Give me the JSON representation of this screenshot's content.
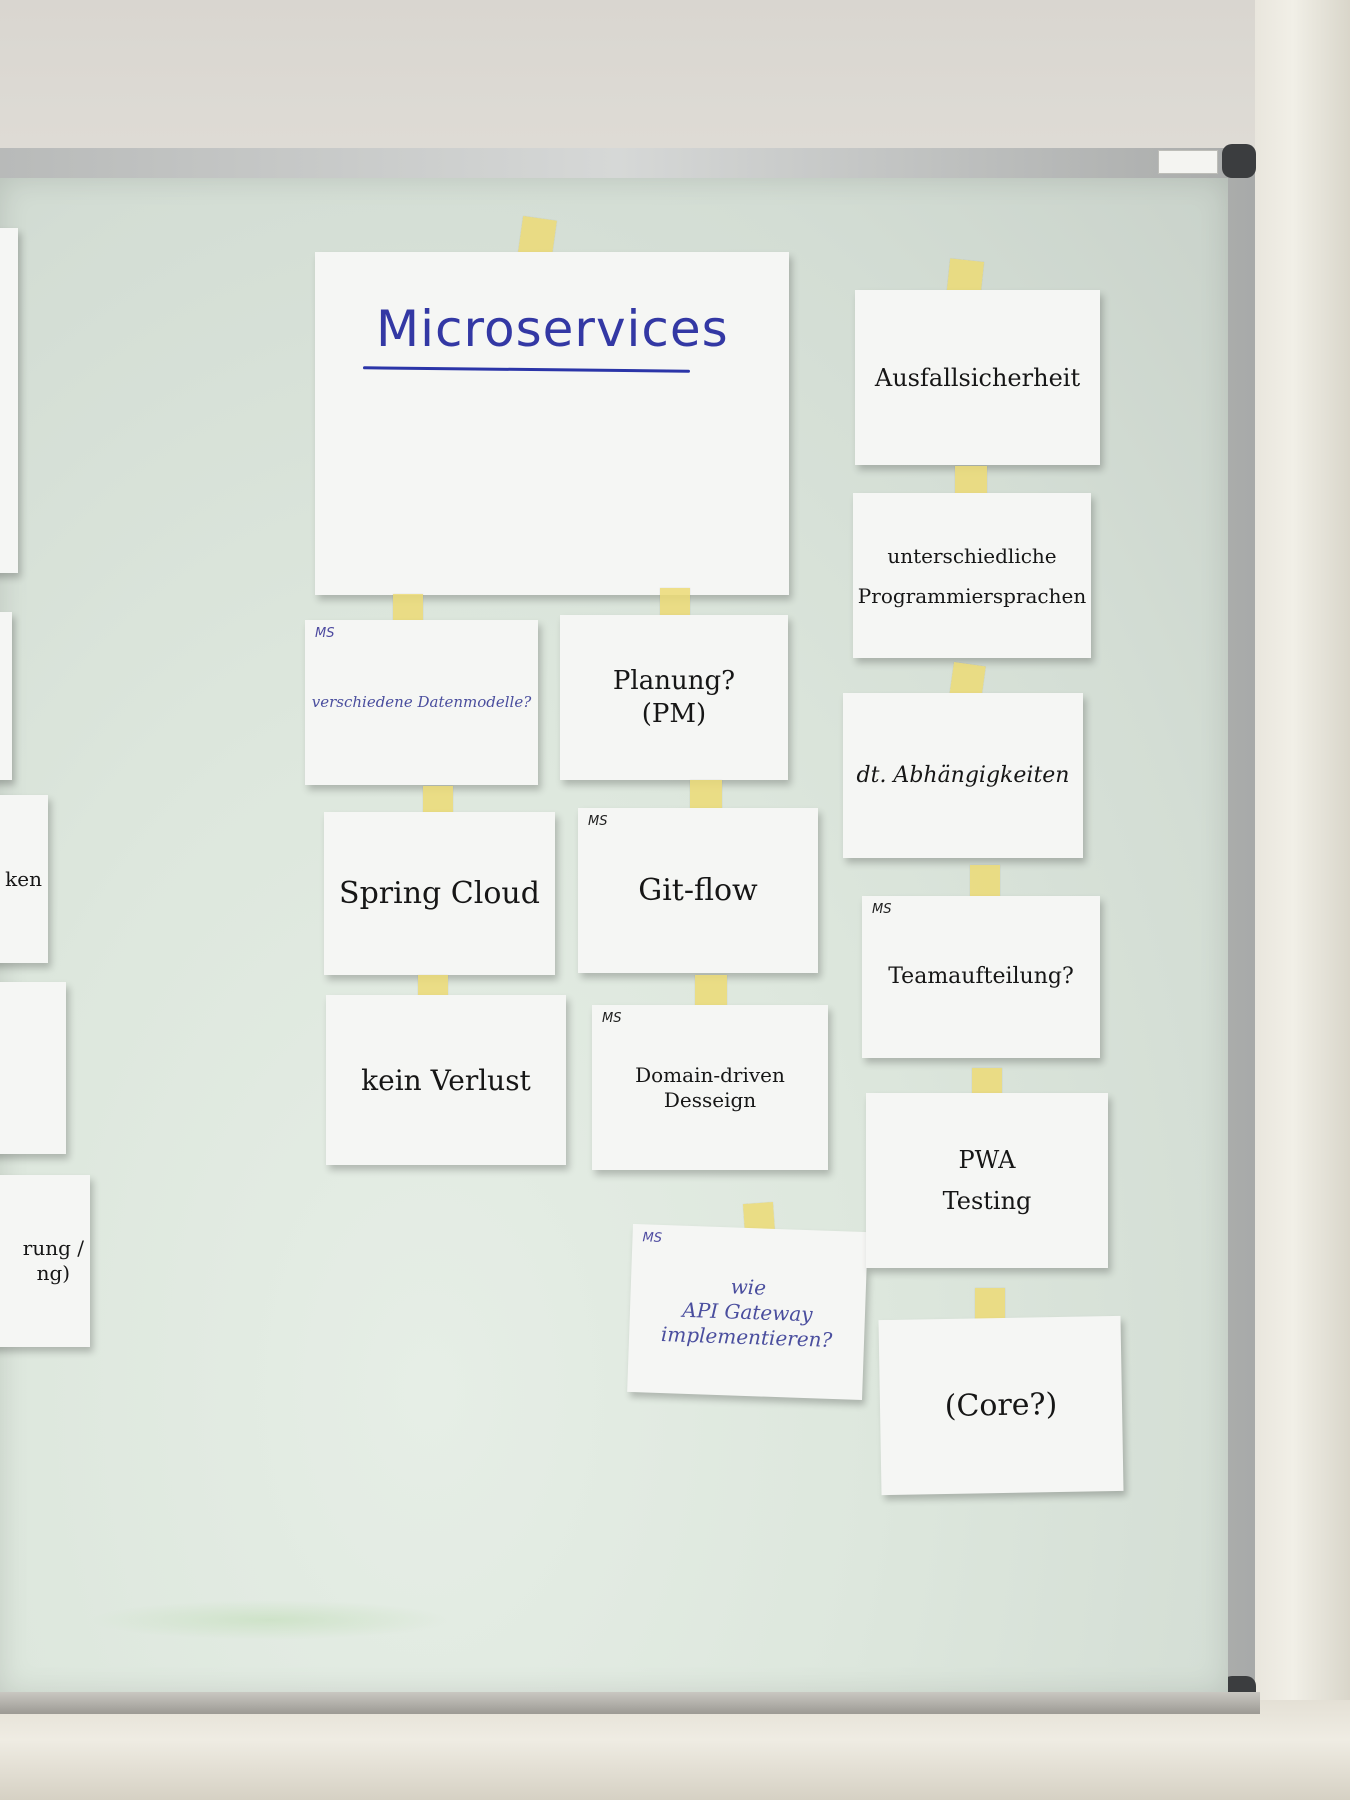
{
  "board": {
    "title": "Microservices",
    "notes": [
      {
        "id": "ausfallsicherheit",
        "text": "Ausfallsicherheit",
        "tag": ""
      },
      {
        "id": "programmiersprachen",
        "text": "unterschiedliche\nProgrammiersprachen",
        "tag": ""
      },
      {
        "id": "datenmodelle",
        "text": "verschiedene Datenmodelle?",
        "tag": "MS"
      },
      {
        "id": "planung",
        "text": "Planung?\n(PM)",
        "tag": ""
      },
      {
        "id": "abhaengigkeiten",
        "text": "dt. Abhängigkeiten",
        "tag": ""
      },
      {
        "id": "spring-cloud",
        "text": "Spring Cloud",
        "tag": ""
      },
      {
        "id": "git-flow",
        "text": "Git-flow",
        "tag": "MS"
      },
      {
        "id": "teamaufteilung",
        "text": "Teamaufteilung?",
        "tag": "MS"
      },
      {
        "id": "kein-verlust",
        "text": "kein Verlust",
        "tag": ""
      },
      {
        "id": "ddd",
        "text": "Domain-driven Desseign",
        "tag": "MS"
      },
      {
        "id": "pwa-testing",
        "text": "PWA\nTesting",
        "tag": ""
      },
      {
        "id": "api-gateway",
        "text": "wie\nAPI Gateway\nimplementieren?",
        "tag": "MS"
      },
      {
        "id": "core",
        "text": "(Core?)",
        "tag": ""
      }
    ],
    "left_edge_notes": [
      {
        "id": "edge-3",
        "text": "ken"
      },
      {
        "id": "edge-5",
        "text": "rung /\nng)"
      }
    ]
  },
  "colors": {
    "tape": "#ecdb76",
    "paper": "#f5f6f4",
    "blue_marker": "#2b35a8"
  }
}
